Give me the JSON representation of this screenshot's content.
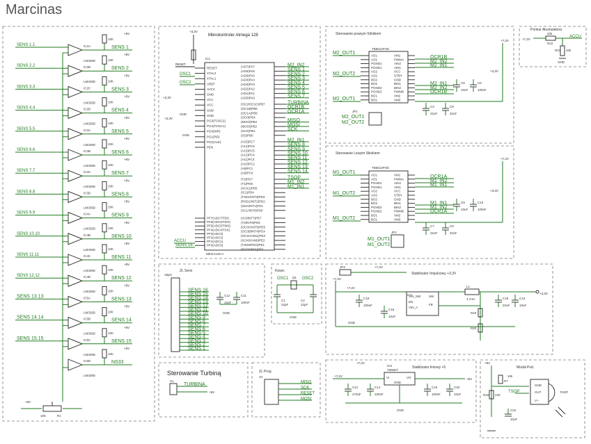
{
  "title": "Marcinas",
  "sensors": {
    "left_labels": [
      "SENS 1.1",
      "SENS 2.2",
      "SENS 3.3",
      "SENS 4.4",
      "SENS 5.5",
      "SENS 6.6",
      "SENS 7.7",
      "SENS 8.8",
      "SENS 9.9",
      "SENS 10.10",
      "SENS 11.11",
      "SENS 12.12",
      "SENS 13.13",
      "SENS 14.14",
      "SENS 15.15"
    ],
    "out_labels": [
      "SENS 1",
      "SENS 2",
      "SENS 3",
      "SENS 4",
      "SENS 5",
      "SENS 6",
      "SENS 7",
      "SENS 8",
      "SENS 9",
      "SENS 10",
      "SENS 11",
      "SENS 12",
      "SENS 13",
      "SENS 14",
      "SENS 15",
      "NS33"
    ],
    "ic_labels": [
      "IC2A",
      "IC2B",
      "IC2C",
      "IC2D",
      "IC3A",
      "IC3B",
      "IC3C",
      "IC3D",
      "IC4A",
      "IC4B",
      "IC4C",
      "IC4D",
      "IC5A",
      "IC5B",
      "IC5C",
      "IC5D"
    ],
    "part": "LM339D",
    "res": "10K",
    "pot": "10K",
    "pot_ref": "R1"
  },
  "mcu": {
    "title": "Mikrokontroler Atmega 128",
    "ic": "IC1",
    "part": "MEGA128-A",
    "supply": "+3,3V",
    "left_nets": [
      "RESET",
      "OSC1",
      "OSC2",
      "ACCU",
      "SENS 16"
    ],
    "left_pins": [
      "RESET",
      "XTAL2",
      "XTAL1",
      "AREF",
      "AVCC",
      "GND",
      "VCC",
      "VCC",
      "GND",
      "GND",
      "PG3(TOSC2)",
      "PG4(TOSC1)",
      "PG0(WR)",
      "PG1(RD)",
      "PG2(ALE)",
      "PEN"
    ],
    "left_pins_low": [
      "PF7(ADC7/TDI)",
      "PF6(ADC6/TDO)",
      "PF5(ADC5/TMS)",
      "PF4(ADC4/TCK)",
      "PF3(ADC3)",
      "PF2(ADC2)",
      "PF1(ADC1)",
      "PF0(ADC0)"
    ],
    "right_pins_a": [
      "(AD7)PA7",
      "(AD6)PA6",
      "(AD5)PA5",
      "(AD4)PA4",
      "(AD3)PA3",
      "(AD2)PA2",
      "(AD1)PA1",
      "(AD0)PA0"
    ],
    "right_pins_b": [
      "(OC2/OC1C)PB7",
      "(OC1B)PB6",
      "(OC1A)PB5",
      "(OC0)PB4",
      "(MISO)PB3",
      "(MOSI)PB2",
      "(SCK)PB1",
      "(SS)PB0"
    ],
    "right_pins_c": [
      "(A15)PC7",
      "(A14)PC6",
      "(A13)PC5",
      "(A12)PC4",
      "(A11)PC3",
      "(A10)PC2",
      "(A9)PC1",
      "(A8)PC0"
    ],
    "right_pins_d": [
      "(T2)PD7",
      "(T1)PD6",
      "(XCK1)PD5",
      "(IC1)PD4",
      "(TXD1/INT3)PD3",
      "(RXD1/INT2)PD2",
      "(SDA/INT1)PD1",
      "(SCL/INT0)PD0"
    ],
    "right_pins_e": [
      "(IC3/INT7)PE7",
      "(T3/INT6)PE6",
      "(OC3C/INT5)PE5",
      "(OC3B/INT4)PE4",
      "(OC3A/AIN1)PE3",
      "(XCK0/AIN0)PE2",
      "(TXD0/PDO)PE1",
      "(RXD0/PDI)PE0"
    ],
    "nets_a": [
      "M2_IN2",
      "SENS 1",
      "SENS 2",
      "SENS 3",
      "SENS 4",
      "SENS 5",
      "SENS 6",
      "SENS 7"
    ],
    "nets_b": [
      "TURBINA",
      "OCR1B",
      "OCR1A",
      "",
      "MISO",
      "MOSI",
      "SCK"
    ],
    "nets_c": [
      "M2_IN1",
      "SENS 8",
      "SENS 9",
      "SENS 10",
      "SENS 11",
      "SENS 12",
      "SENS 13",
      "SENS 14"
    ],
    "nets_d": [
      "TSOP",
      "M1_IN2",
      "M1_IN1"
    ]
  },
  "drv_right": {
    "title": "Sterowanie prawym Silnikiem",
    "part": "TB6612FNG",
    "left_nets": [
      "M2_OUT1",
      "M2_OUT2",
      "M2_OUT1"
    ],
    "right_nets": [
      "OCR1B",
      "M2_IN2",
      "M2_IN1",
      "M2_IN1",
      "M2_IN2",
      "OCR1B"
    ],
    "pins_left": [
      "AO1",
      "AO1",
      "PGND1",
      "PGND1",
      "AO2",
      "AO2",
      "BO2",
      "BO2",
      "PGND2",
      "PGND2",
      "BO1",
      "BO1"
    ],
    "pins_right": [
      "VM1",
      "PWMA",
      "AIN2",
      "AIN1",
      "VCC",
      "STBY",
      "GND",
      "BIN1",
      "BIN2",
      "PWMB",
      "VM2",
      "VM3"
    ],
    "jumper": "JP1",
    "jumper_nets": [
      "M2_OUT1",
      "M2_OUT2"
    ],
    "caps": [
      "C5",
      "C6",
      "C3",
      "C8"
    ],
    "cap_vals": [
      "10uF",
      "100nF",
      "22uF",
      "22uF"
    ],
    "supply": "+7,2V",
    "supply2": "+3,3V"
  },
  "drv_left": {
    "title": "Sterowanie Lewym Silnikiem",
    "part": "TB6612FNG",
    "left_nets": [
      "M1_OUT1",
      "M1_OUT2",
      "M1_OUT2"
    ],
    "right_nets": [
      "OCR1A",
      "M1_IN2",
      "M1_IN1",
      "M1_IN1",
      "M1_IN2",
      "OCR1A"
    ],
    "jumper": "JP2",
    "jumper_nets": [
      "M1_OUT1",
      "M1_OUT2"
    ],
    "caps": [
      "C9",
      "C10",
      "C7",
      "C8"
    ],
    "cap_vals": [
      "10uF",
      "100nF",
      "22uF",
      "22uF"
    ],
    "supply": "+7,2V",
    "supply2": "+3,3V"
  },
  "battery": {
    "title": "Pomiar Akumulatora",
    "r1": "R22",
    "r1v": "20k",
    "r2": "R23",
    "r2v": "10k",
    "net": "ACCU",
    "supply": "+7,2V"
  },
  "zl_sens": {
    "title": "ZL Sens",
    "ref": "18pin",
    "nets": [
      "SENS 16",
      "SENS 15",
      "SENS 14",
      "SENS 13",
      "SENS 12",
      "SENS 11",
      "SENS 10",
      "SENS 9",
      "SENS 8",
      "SENS 7",
      "SENS 6",
      "SENS 5",
      "SENS 4",
      "SENS 3",
      "SENS 2",
      "SENS 1"
    ],
    "caps": [
      "C12",
      "C11"
    ],
    "cap_vals": [
      "10uF",
      "100nF"
    ]
  },
  "crystal": {
    "title": "Kwarc",
    "nets": [
      "OSC1",
      "OSC2"
    ],
    "ref": "Q1",
    "caps": [
      "C1",
      "C2"
    ],
    "cap_vals": [
      "22pF",
      "22pF"
    ]
  },
  "stab_imp": {
    "title": "Stabilizator Impulsowy +3,3V",
    "jumper": "JP3",
    "supply": "+7,2V",
    "out": "+3,3V",
    "ic": "IC7",
    "pins_left": [
      "VIN_SW",
      "EN",
      "VIN_A"
    ],
    "pins_right": [
      "SW",
      "FB"
    ],
    "inductor": "L1",
    "inductor_val": "4,7uH",
    "caps": [
      "C19",
      "C16",
      "C18",
      "C13"
    ],
    "cap_vals": [
      "100uF",
      "10uF",
      "22uF",
      "10uF"
    ],
    "res": [
      "R19",
      "R20"
    ],
    "gnd": "GND"
  },
  "turbina": {
    "title": "Sterowanie Turbiną",
    "ref": "X1",
    "net": "TURBINA",
    "supply": "+5V"
  },
  "zl_prog": {
    "title": "ZL Prog",
    "ref": "X2",
    "nets": [
      "MISO",
      "SCK",
      "RESET",
      "MOSI"
    ]
  },
  "stab_lin": {
    "title": "Stabilizator liniowy +5",
    "ic": "IC6",
    "part": "7805DT",
    "pins": [
      "VI",
      "VO",
      "GND"
    ],
    "supply": "+7,2V",
    "out": "+5V",
    "caps": [
      "C21",
      "C14",
      "C15",
      "C20"
    ],
    "cap_vals": [
      "470uF",
      "100nF",
      "100nF",
      "10uF"
    ],
    "gnd": "GND"
  },
  "modul": {
    "title": "Moduł Pod.",
    "part": "TSOP",
    "pins": [
      "GND",
      "OUT",
      "V+"
    ],
    "net": "TSOP",
    "res": [
      "R7",
      "R18"
    ],
    "res_vals": [
      "10k",
      "220"
    ],
    "cap": "C22",
    "cap_val": "10uF",
    "supply": "+5V"
  }
}
